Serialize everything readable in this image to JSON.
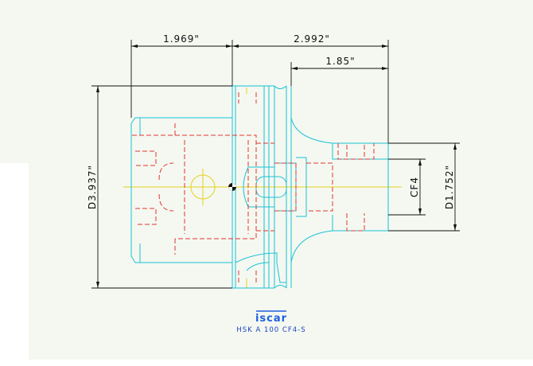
{
  "dimensions": {
    "top_left": "1.969\"",
    "top_right": "2.992\"",
    "gauge_length": "1.85\"",
    "left_diameter": "D3.937\"",
    "right_diameter": "D1.752\"",
    "thread": "CF4"
  },
  "brand": {
    "logo": "iscar"
  },
  "caption": "HSK A 100 CF4-S",
  "colors": {
    "background": "#f4f8f0",
    "outline": "#19c2d8",
    "hidden": "#e53333",
    "center": "#e6d020",
    "dimension": "#111111",
    "brand": "#1f5fe0"
  }
}
